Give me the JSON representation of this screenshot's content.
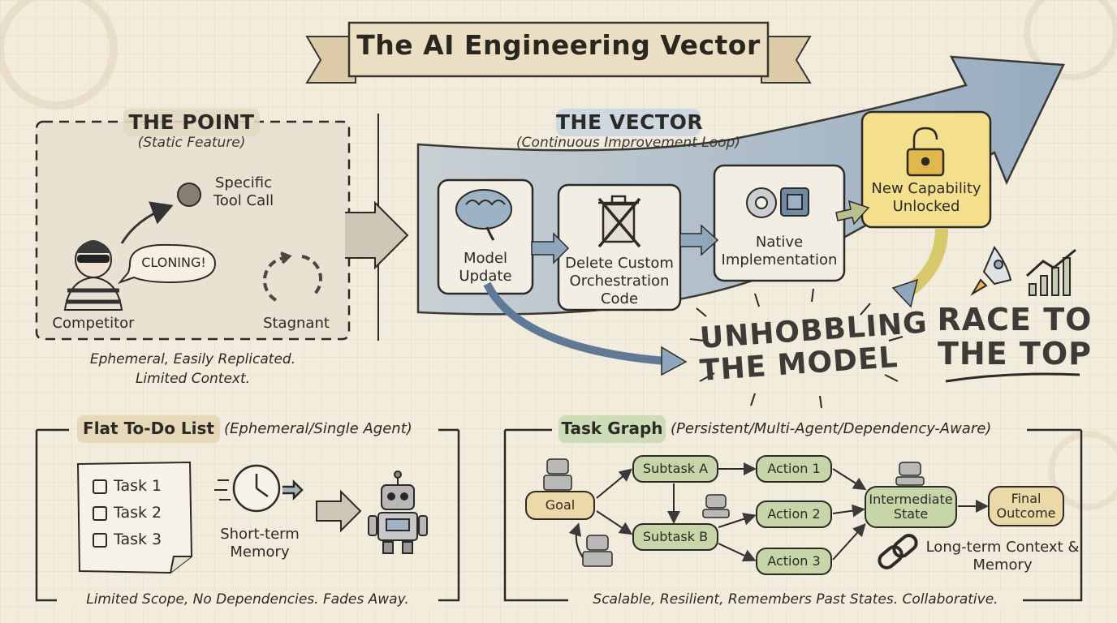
{
  "title": "The AI Engineering Vector",
  "point": {
    "heading": "THE POINT",
    "subheading": "(Static Feature)",
    "tool_call_label": "Specific Tool Call",
    "speech": "CLONING!",
    "competitor_label": "Competitor",
    "stagnant_label": "Stagnant",
    "caption_line1": "Ephemeral, Easily Replicated.",
    "caption_line2": "Limited Context."
  },
  "vector": {
    "heading": "THE VECTOR",
    "subheading": "(Continuous Improvement Loop)",
    "steps": [
      {
        "label": "Model Update",
        "icon": "brain-icon"
      },
      {
        "label": "Delete Custom Orchestration Code",
        "icon": "crossed-out-trash-icon"
      },
      {
        "label": "Native Implementation",
        "icon": "gear-chip-icon"
      },
      {
        "label": "New Capability Unlocked",
        "icon": "unlocked-padlock-icon"
      }
    ],
    "unhobbling_line1": "UNHOBBLING",
    "unhobbling_line2": "THE MODEL",
    "race_line1": "RACE TO",
    "race_line2": "THE TOP"
  },
  "flat_list": {
    "heading": "Flat To-Do List",
    "subheading": "(Ephemeral/Single Agent)",
    "tasks": [
      "Task 1",
      "Task 2",
      "Task 3"
    ],
    "memory_label": "Short-term Memory",
    "caption": "Limited Scope, No Dependencies. Fades Away."
  },
  "task_graph": {
    "heading": "Task Graph",
    "subheading": "(Persistent/Multi-Agent/Dependency-Aware)",
    "nodes": {
      "goal": "Goal",
      "subtask_a": "Subtask A",
      "subtask_b": "Subtask B",
      "action_1": "Action 1",
      "action_2": "Action 2",
      "action_3": "Action 3",
      "intermediate": "Intermediate State",
      "final": "Final Outcome"
    },
    "memory_label": "Long-term Context & Memory",
    "caption": "Scalable, Resilient, Remembers Past States. Collaborative."
  },
  "colors": {
    "background": "#f2ecdd",
    "ribbon": "#e9dcc0",
    "arrow_blue": "#8fa7bd",
    "highlight_tan": "#e6d6b4",
    "highlight_blue": "#c9d6e0",
    "yellow_box": "#f3df8c",
    "green_node": "#c6d6a8",
    "tan_node": "#ecd9a8"
  }
}
